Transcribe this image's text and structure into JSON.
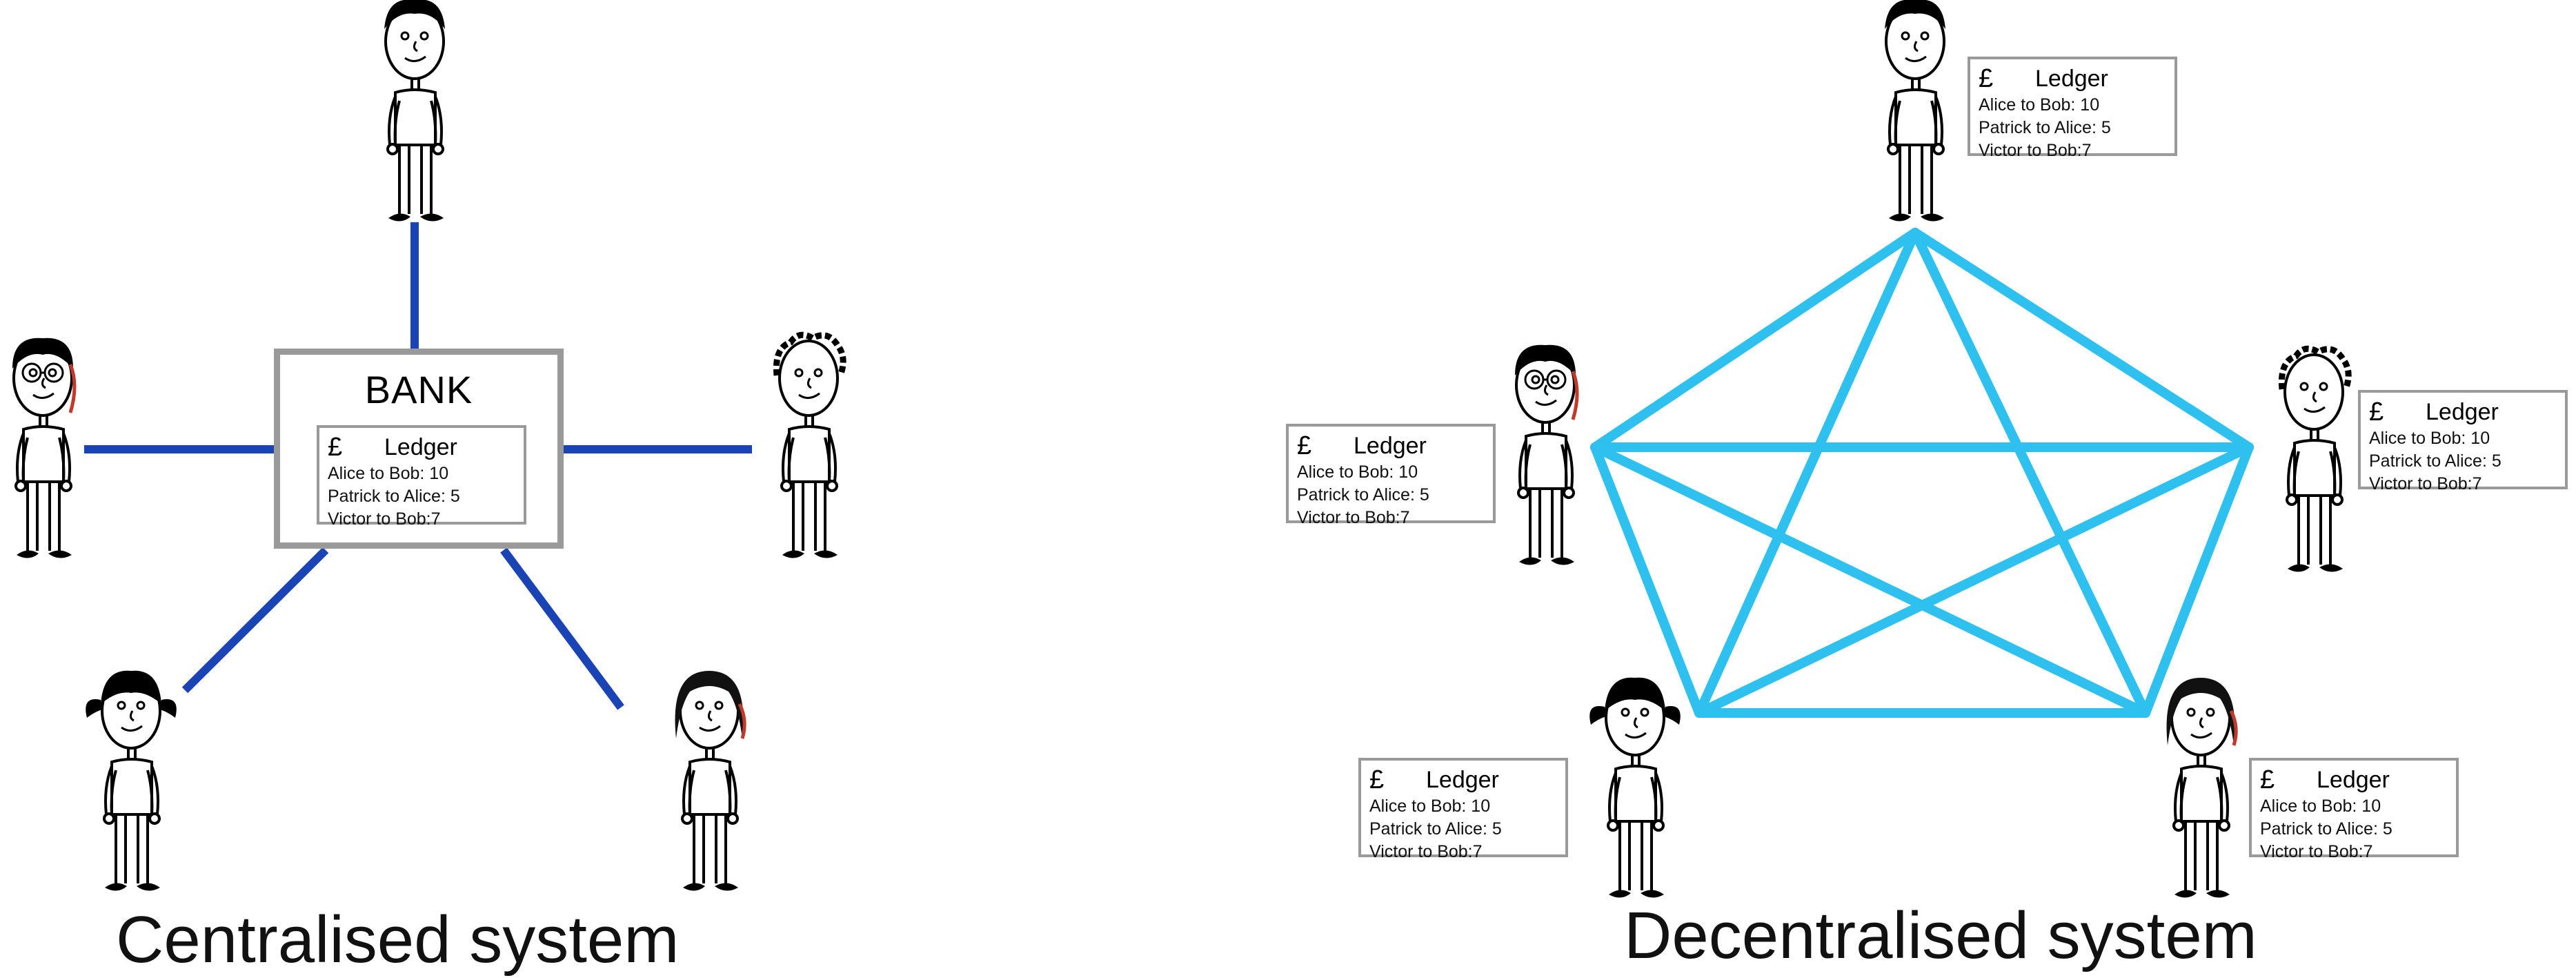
{
  "centralised": {
    "caption": "Centralised system",
    "bank_label": "BANK",
    "ledger": {
      "currency": "£",
      "title": "Ledger",
      "entries": [
        "Alice to Bob: 10",
        "Patrick to Alice: 5",
        "Victor to Bob:7"
      ]
    }
  },
  "decentralised": {
    "caption": "Decentralised system",
    "ledgers": [
      {
        "currency": "£",
        "title": "Ledger",
        "entries": [
          "Alice to Bob: 10",
          "Patrick to Alice: 5",
          "Victor to Bob:7"
        ]
      },
      {
        "currency": "£",
        "title": "Ledger",
        "entries": [
          "Alice to Bob: 10",
          "Patrick to Alice: 5",
          "Victor to Bob:7"
        ]
      },
      {
        "currency": "£",
        "title": "Ledger",
        "entries": [
          "Alice to Bob: 10",
          "Patrick to Alice: 5",
          "Victor to Bob:7"
        ]
      },
      {
        "currency": "£",
        "title": "Ledger",
        "entries": [
          "Alice to Bob: 10",
          "Patrick to Alice: 5",
          "Victor to Bob:7"
        ]
      },
      {
        "currency": "£",
        "title": "Ledger",
        "entries": [
          "Alice to Bob: 10",
          "Patrick to Alice: 5",
          "Victor to Bob:7"
        ]
      }
    ]
  },
  "colors": {
    "central_link": "#1a43b5",
    "peer_link": "#2ec0ef",
    "box_border": "#9a9a9a",
    "hair_red": "#c0392b"
  }
}
